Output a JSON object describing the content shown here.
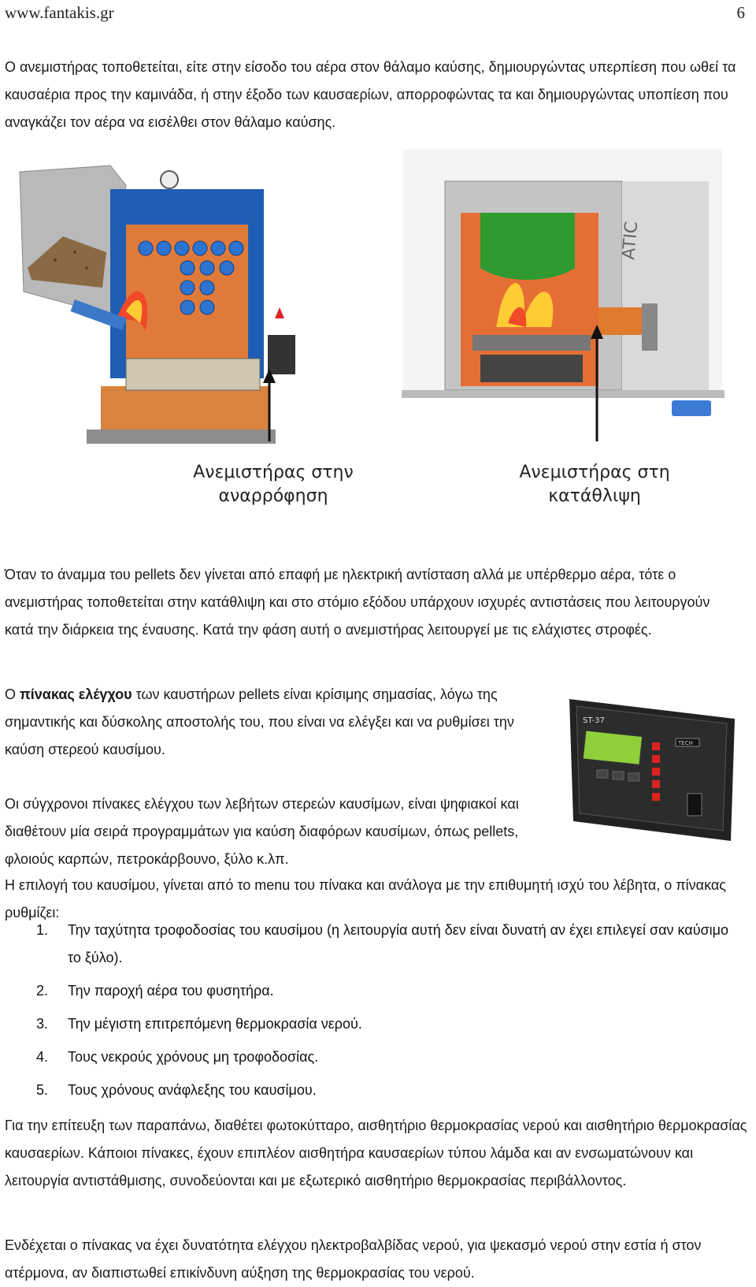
{
  "header": {
    "site": "www.fantakis.gr",
    "page": "6"
  },
  "intro": "Ο ανεμιστήρας τοποθετείται, είτε στην είσοδο του αέρα στον θάλαμο καύσης, δημιουργώντας υπερπίεση που ωθεί τα καυσαέρια προς την καμινάδα, ή στην έξοδο των καυσαερίων, απορροφώντας τα και δημιουργώντας υποπίεση που αναγκάζει τον αέρα να εισέλθει στον θάλαμο καύσης.",
  "figure": {
    "label_left_line1": "Ανεμιστήρας στην",
    "label_left_line2": "αναρρόφηση",
    "label_right_line1": "Ανεμιστήρας στη",
    "label_right_line2": "κατάθλιψη",
    "logo_text": "ATIC"
  },
  "para_ignition": "Όταν το άναμμα του pellets δεν γίνεται από επαφή με ηλεκτρική αντίσταση αλλά με υπέρθερμο αέρα, τότε ο ανεμιστήρας τοποθετείται στην κατάθλιψη και στο στόμιο εξόδου υπάρχουν ισχυρές αντιστάσεις που λειτουργούν κατά την διάρκεια της έναυσης. Κατά την φάση αυτή ο ανεμιστήρας λειτουργεί με τις ελάχιστες στροφές.",
  "para_panel_prefix": "Ο ",
  "para_panel_bold": "πίνακας ελέγχου",
  "para_panel_rest": " των καυστήρων pellets είναι κρίσιμης σημασίας, λόγω της σημαντικής και δύσκολης  αποστολής του, που είναι να ελέγξει και να ρυθμίσει την καύση στερεού καυσίμου.",
  "para_modern": "Οι σύγχρονοι πίνακες ελέγχου των λεβήτων στερεών καυσίμων, είναι ψηφιακοί και διαθέτουν μία σειρά προγραμμάτων για καύση διαφόρων καυσίμων, όπως pellets, φλοιούς καρπών, πετροκάρβουνο, ξύλο κ.λπ.",
  "para_selection": "Η επιλογή του καυσίμου, γίνεται από το menu του πίνακα και ανάλογα με την επιθυμητή ισχύ του λέβητα, ο πίνακας ρυθμίζει:",
  "list": [
    {
      "num": "1.",
      "text": "Την ταχύτητα τροφοδοσίας του καυσίμου (η λειτουργία αυτή δεν είναι δυνατή αν έχει επιλεγεί σαν καύσιμο το ξύλο)."
    },
    {
      "num": "2.",
      "text": "Την παροχή αέρα του φυσητήρα."
    },
    {
      "num": "3.",
      "text": "Την μέγιστη επιτρεπόμενη θερμοκρασία νερού."
    },
    {
      "num": "4.",
      "text": "Τους νεκρούς χρόνους μη τροφοδοσίας."
    },
    {
      "num": "5.",
      "text": "Τους χρόνους ανάφλεξης του καυσίμου."
    }
  ],
  "para_sensors": "Για την επίτευξη των παραπάνω, διαθέτει φωτοκύτταρο, αισθητήριο θερμοκρασίας νερού και αισθητήριο θερμοκρασίας καυσαερίων. Κάποιοι πίνακες, έχουν επιπλέον αισθητήρα καυσαερίων τύπου λάμδα και αν ενσωματώνουν και λειτουργία αντιστάθμισης, συνοδεύονται και με εξωτερικό αισθητήριο θερμοκρασίας περιβάλλοντος.",
  "para_valve": "Ενδέχεται ο πίνακας να έχει δυνατότητα ελέγχου ηλεκτροβαλβίδας νερού, για ψεκασμό νερού στην εστία ή στον ατέρμονα, αν διαπιστωθεί επικίνδυνη αύξηση της θερμοκρασίας του νερού.",
  "panel_image": {
    "model": "ST-37",
    "brand": "TECH"
  }
}
